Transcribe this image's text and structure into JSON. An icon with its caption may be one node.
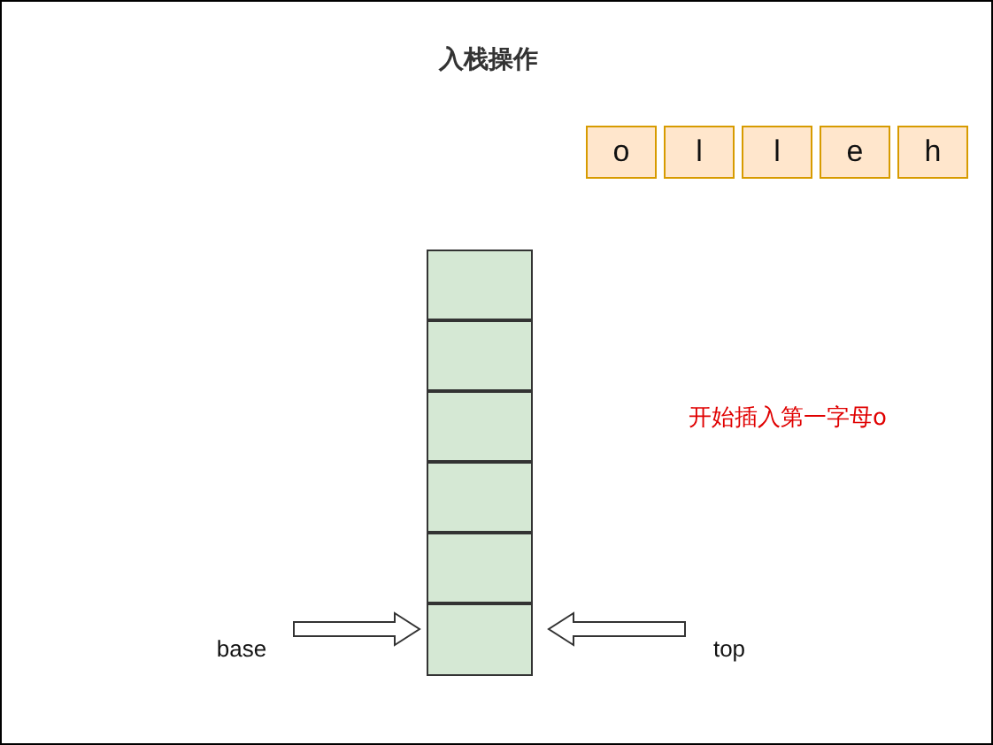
{
  "diagram": {
    "title": "入栈操作",
    "nodes": [
      {
        "text": [
          "o"
        ]
      },
      {
        "text": [
          "l"
        ]
      },
      {
        "text": [
          "l"
        ]
      },
      {
        "text": [
          "e"
        ]
      },
      {
        "text": [
          "h"
        ]
      },
      {
        "text": [],
        "shape": "box"
      },
      {
        "text": [],
        "shape": "box"
      },
      {
        "text": [],
        "shape": "box"
      },
      {
        "text": [],
        "shape": "box"
      },
      {
        "text": [],
        "shape": "box"
      },
      {
        "text": [],
        "shape": "box"
      },
      {
        "text": [
          "base"
        ]
      },
      {
        "text": [
          "top"
        ]
      }
    ],
    "edges": [
      {
        "from": 11,
        "to": 10,
        "arrow": "to"
      },
      {
        "from": 12,
        "to": 10,
        "arrow": "to"
      }
    ],
    "labels": [
      "开始插入第一字母o"
    ]
  }
}
